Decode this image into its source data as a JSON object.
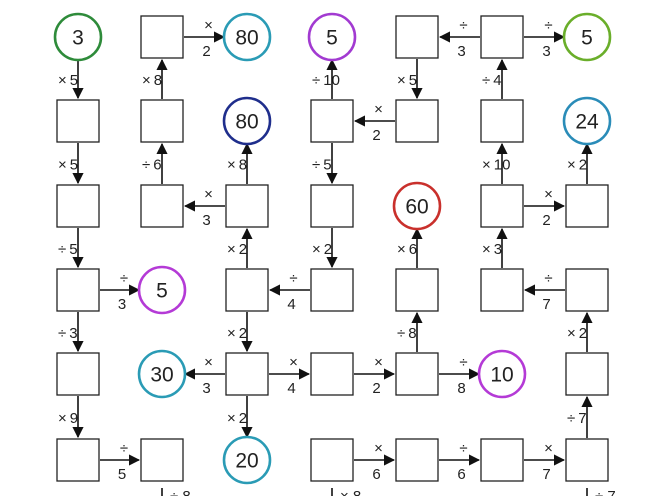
{
  "colors": {
    "green": "#2e8b3a",
    "teal": "#2a9bb5",
    "purple": "#a23ad1",
    "navy": "#1f2e8c",
    "red": "#c9302c",
    "lime": "#6aae2a",
    "magenta": "#b43ad6",
    "blue": "#2a8cb8"
  },
  "circles": [
    {
      "id": "c-3",
      "col": 0,
      "row": 0,
      "value": "3",
      "color": "green"
    },
    {
      "id": "c-80-top",
      "col": 2,
      "row": 0,
      "value": "80",
      "color": "teal"
    },
    {
      "id": "c-5-top",
      "col": 3,
      "row": 0,
      "value": "5",
      "color": "purple"
    },
    {
      "id": "c-5-right",
      "col": 6,
      "row": 0,
      "value": "5",
      "color": "lime"
    },
    {
      "id": "c-80-mid",
      "col": 2,
      "row": 1,
      "value": "80",
      "color": "navy"
    },
    {
      "id": "c-24",
      "col": 6,
      "row": 1,
      "value": "24",
      "color": "blue"
    },
    {
      "id": "c-60",
      "col": 4,
      "row": 2,
      "value": "60",
      "color": "red"
    },
    {
      "id": "c-5-mid",
      "col": 1,
      "row": 3,
      "value": "5",
      "color": "magenta"
    },
    {
      "id": "c-30",
      "col": 1,
      "row": 4,
      "value": "30",
      "color": "teal"
    },
    {
      "id": "c-10",
      "col": 5,
      "row": 4,
      "value": "10",
      "color": "magenta"
    },
    {
      "id": "c-20",
      "col": 2,
      "row": 5,
      "value": "20",
      "color": "teal"
    }
  ],
  "boxes": [
    [
      1,
      0
    ],
    [
      4,
      0
    ],
    [
      5,
      0
    ],
    [
      0,
      1
    ],
    [
      1,
      1
    ],
    [
      3,
      1
    ],
    [
      4,
      1
    ],
    [
      5,
      1
    ],
    [
      0,
      2
    ],
    [
      1,
      2
    ],
    [
      2,
      2
    ],
    [
      3,
      2
    ],
    [
      5,
      2
    ],
    [
      6,
      2
    ],
    [
      0,
      3
    ],
    [
      2,
      3
    ],
    [
      3,
      3
    ],
    [
      4,
      3
    ],
    [
      5,
      3
    ],
    [
      6,
      3
    ],
    [
      0,
      4
    ],
    [
      2,
      4
    ],
    [
      3,
      4
    ],
    [
      4,
      4
    ],
    [
      6,
      4
    ],
    [
      0,
      5
    ],
    [
      1,
      5
    ],
    [
      3,
      5
    ],
    [
      4,
      5
    ],
    [
      5,
      5
    ],
    [
      6,
      5
    ]
  ],
  "edges": [
    {
      "from": [
        1,
        0
      ],
      "to": [
        2,
        0
      ],
      "label": "× 2"
    },
    {
      "from": [
        5,
        0
      ],
      "to": [
        4,
        0
      ],
      "label": "÷ 3"
    },
    {
      "from": [
        5,
        0
      ],
      "to": [
        6,
        0
      ],
      "label": "÷ 3"
    },
    {
      "from": [
        0,
        0
      ],
      "to": [
        0,
        1
      ],
      "label": "× 5"
    },
    {
      "from": [
        1,
        1
      ],
      "to": [
        1,
        0
      ],
      "label": "× 8"
    },
    {
      "from": [
        3,
        1
      ],
      "to": [
        3,
        0
      ],
      "label": "÷ 10"
    },
    {
      "from": [
        4,
        0
      ],
      "to": [
        4,
        1
      ],
      "label": "× 5"
    },
    {
      "from": [
        5,
        1
      ],
      "to": [
        5,
        0
      ],
      "label": "÷ 4"
    },
    {
      "from": [
        4,
        1
      ],
      "to": [
        3,
        1
      ],
      "label": "× 2"
    },
    {
      "from": [
        0,
        1
      ],
      "to": [
        0,
        2
      ],
      "label": "× 5"
    },
    {
      "from": [
        1,
        2
      ],
      "to": [
        1,
        1
      ],
      "label": "÷ 6"
    },
    {
      "from": [
        2,
        2
      ],
      "to": [
        2,
        1
      ],
      "label": "× 8"
    },
    {
      "from": [
        3,
        1
      ],
      "to": [
        3,
        2
      ],
      "label": "÷ 5"
    },
    {
      "from": [
        5,
        2
      ],
      "to": [
        5,
        1
      ],
      "label": "× 10"
    },
    {
      "from": [
        6,
        2
      ],
      "to": [
        6,
        1
      ],
      "label": "× 2"
    },
    {
      "from": [
        2,
        2
      ],
      "to": [
        1,
        2
      ],
      "label": "× 3"
    },
    {
      "from": [
        5,
        2
      ],
      "to": [
        6,
        2
      ],
      "label": "× 2"
    },
    {
      "from": [
        0,
        2
      ],
      "to": [
        0,
        3
      ],
      "label": "÷ 5"
    },
    {
      "from": [
        2,
        3
      ],
      "to": [
        2,
        2
      ],
      "label": "× 2"
    },
    {
      "from": [
        3,
        2
      ],
      "to": [
        3,
        3
      ],
      "label": "× 2"
    },
    {
      "from": [
        4,
        3
      ],
      "to": [
        4,
        2
      ],
      "label": "× 6"
    },
    {
      "from": [
        5,
        3
      ],
      "to": [
        5,
        2
      ],
      "label": "× 3"
    },
    {
      "from": [
        0,
        3
      ],
      "to": [
        1,
        3
      ],
      "label": "÷ 3"
    },
    {
      "from": [
        3,
        3
      ],
      "to": [
        2,
        3
      ],
      "label": "÷ 4"
    },
    {
      "from": [
        6,
        3
      ],
      "to": [
        5,
        3
      ],
      "label": "÷ 7"
    },
    {
      "from": [
        0,
        3
      ],
      "to": [
        0,
        4
      ],
      "label": "÷ 3"
    },
    {
      "from": [
        2,
        3
      ],
      "to": [
        2,
        4
      ],
      "label": "× 2"
    },
    {
      "from": [
        4,
        4
      ],
      "to": [
        4,
        3
      ],
      "label": "÷ 8"
    },
    {
      "from": [
        6,
        4
      ],
      "to": [
        6,
        3
      ],
      "label": "× 2"
    },
    {
      "from": [
        2,
        4
      ],
      "to": [
        1,
        4
      ],
      "label": "× 3"
    },
    {
      "from": [
        2,
        4
      ],
      "to": [
        3,
        4
      ],
      "label": "× 4"
    },
    {
      "from": [
        3,
        4
      ],
      "to": [
        4,
        4
      ],
      "label": "× 2"
    },
    {
      "from": [
        4,
        4
      ],
      "to": [
        5,
        4
      ],
      "label": "÷ 8"
    },
    {
      "from": [
        0,
        4
      ],
      "to": [
        0,
        5
      ],
      "label": "× 9"
    },
    {
      "from": [
        2,
        4
      ],
      "to": [
        2,
        5
      ],
      "label": "× 2"
    },
    {
      "from": [
        6,
        5
      ],
      "to": [
        6,
        4
      ],
      "label": "÷ 7"
    },
    {
      "from": [
        0,
        5
      ],
      "to": [
        1,
        5
      ],
      "label": "÷ 5"
    },
    {
      "from": [
        3,
        5
      ],
      "to": [
        4,
        5
      ],
      "label": "× 6"
    },
    {
      "from": [
        4,
        5
      ],
      "to": [
        5,
        5
      ],
      "label": "÷ 6"
    },
    {
      "from": [
        5,
        5
      ],
      "to": [
        6,
        5
      ],
      "label": "× 7"
    }
  ],
  "stubs": [
    {
      "col": 1,
      "label": "÷ 8"
    },
    {
      "col": 3,
      "label": "× 8"
    },
    {
      "col": 6,
      "label": "÷ 7"
    }
  ]
}
